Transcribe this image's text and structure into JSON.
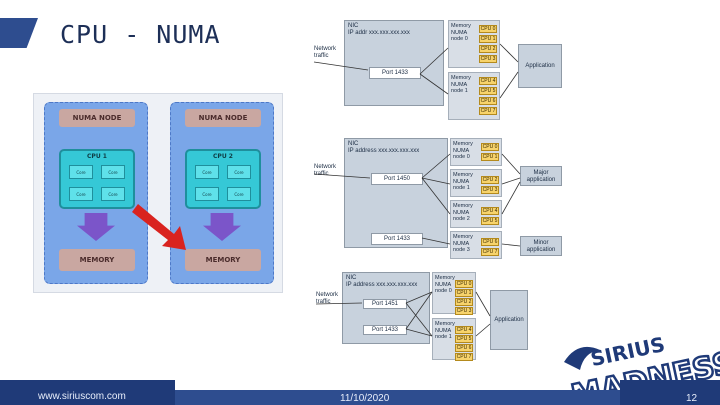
{
  "slide": {
    "title": "CPU - NUMA",
    "footer_url": "www.siriuscom.com",
    "footer_date": "11/10/2020",
    "page_number": "12"
  },
  "numa_picture": {
    "nodes": [
      {
        "label": "NUMA NODE",
        "cpu": "CPU 1",
        "cores": [
          "Core",
          "Core",
          "Core",
          "Core"
        ],
        "memory": "MEMORY"
      },
      {
        "label": "NUMA NODE",
        "cpu": "CPU 2",
        "cores": [
          "Core",
          "Core",
          "Core",
          "Core"
        ],
        "memory": "MEMORY"
      }
    ]
  },
  "diagram_top": {
    "nic": [
      "NIC",
      "IP addr xxx.xxx.xxx.xxx"
    ],
    "port": "Port 1433",
    "network": [
      "Network",
      "traffic"
    ],
    "memory_nodes": [
      {
        "label": [
          "Memory",
          "NUMA",
          "node 0"
        ],
        "cpus": [
          "CPU 0",
          "CPU 1",
          "CPU 2",
          "CPU 3"
        ]
      },
      {
        "label": [
          "Memory",
          "NUMA",
          "node 1"
        ],
        "cpus": [
          "CPU 4",
          "CPU 5",
          "CPU 6",
          "CPU 7"
        ]
      }
    ],
    "app": "Application"
  },
  "diagram_mid": {
    "nic": [
      "NIC",
      "IP address xxx.xxx.xxx.xxx"
    ],
    "ports": [
      "Port 1450",
      "Port 1433"
    ],
    "network": [
      "Network",
      "traffic"
    ],
    "memory_nodes": [
      {
        "label": [
          "Memory",
          "NUMA",
          "node 0"
        ],
        "cpus": [
          "CPU 0",
          "CPU 1"
        ]
      },
      {
        "label": [
          "Memory",
          "NUMA",
          "node 1"
        ],
        "cpus": [
          "CPU 2",
          "CPU 3"
        ]
      },
      {
        "label": [
          "Memory",
          "NUMA",
          "node 2"
        ],
        "cpus": [
          "CPU 4",
          "CPU 5"
        ]
      },
      {
        "label": [
          "Memory",
          "NUMA",
          "node 3"
        ],
        "cpus": [
          "CPU 6",
          "CPU 7"
        ]
      }
    ],
    "apps": [
      [
        "Major",
        "application"
      ],
      [
        "Minor",
        "application"
      ]
    ]
  },
  "diagram_bottom": {
    "nic": [
      "NIC",
      "IP address xxx.xxx.xxx.xxx"
    ],
    "ports": [
      "Port 1451",
      "Port 1433"
    ],
    "network": [
      "Network",
      "traffic"
    ],
    "memory_nodes": [
      {
        "label": [
          "Memory",
          "NUMA",
          "node 0"
        ],
        "cpus": [
          "CPU 0",
          "CPU 1",
          "CPU 2",
          "CPU 3"
        ]
      },
      {
        "label": [
          "Memory",
          "NUMA",
          "node 1"
        ],
        "cpus": [
          "CPU 4",
          "CPU 5",
          "CPU 6",
          "CPU 7"
        ]
      }
    ],
    "app": "Application"
  },
  "logo": {
    "line1": "SIRIUS",
    "line2": "MADNESS"
  },
  "colors": {
    "primary": "#1f3a78",
    "accent": "#2e4d8f",
    "cpu_tag": "#f7d36b",
    "arrow": "#d9231f"
  }
}
